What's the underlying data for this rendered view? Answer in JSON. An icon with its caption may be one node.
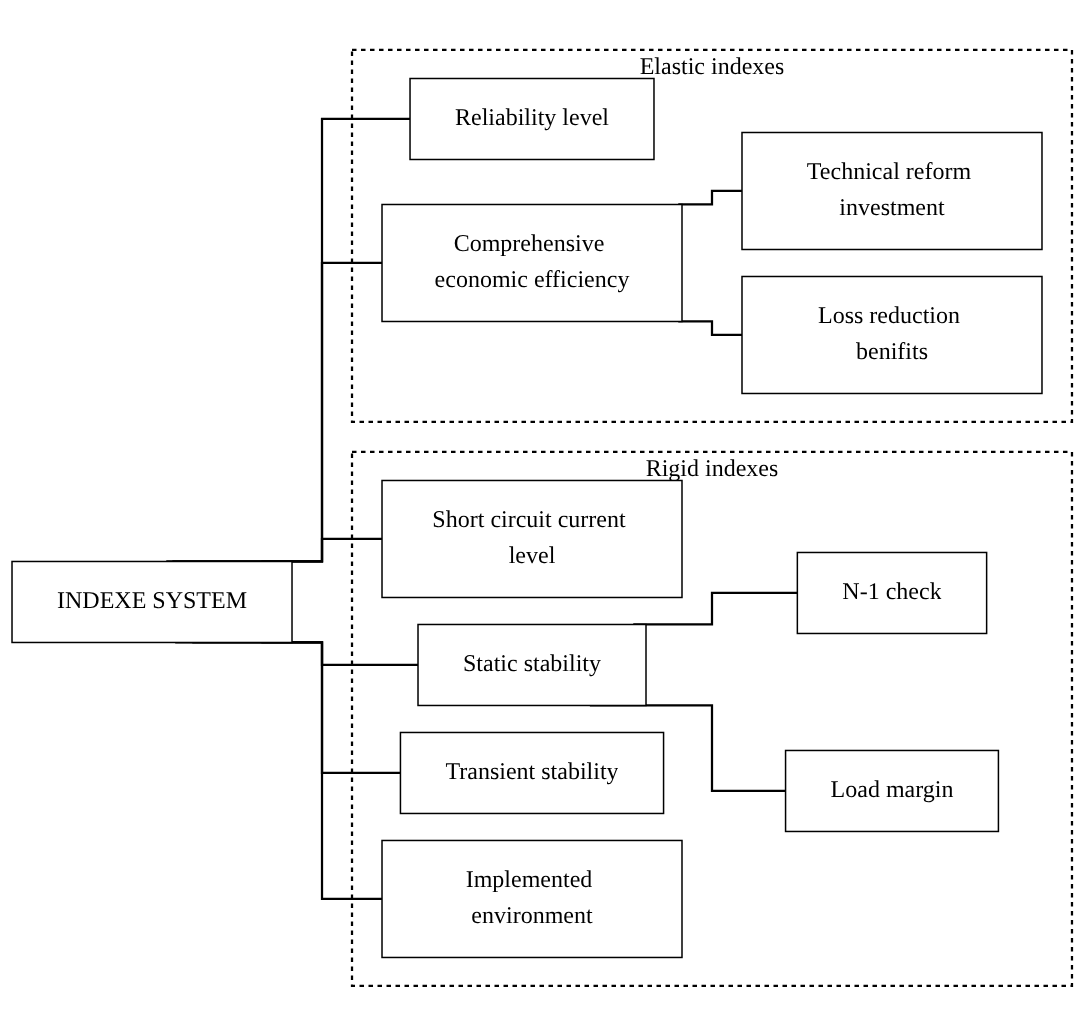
{
  "diagram": {
    "nodes": [
      {
        "text": [
          "INDEXE SYSTEM"
        ]
      },
      {
        "text": [
          "Rigid indexes"
        ]
      },
      {
        "text": [
          "Short circuit current level"
        ],
        "in": 1
      },
      {
        "text": [
          "Static stability"
        ],
        "in": 1
      },
      {
        "text": [
          "N-1 check"
        ],
        "in": 1
      },
      {
        "text": [
          "Load margin"
        ],
        "in": 1
      },
      {
        "text": [
          "Transient stability"
        ],
        "in": 1
      },
      {
        "text": [
          "Implemented environment"
        ],
        "in": 1
      },
      {
        "text": [
          "Elastic indexes"
        ]
      },
      {
        "text": [
          "Reliability level"
        ],
        "in": 8
      },
      {
        "text": [
          "Comprehensive economic efficiency"
        ],
        "in": 8
      },
      {
        "text": [
          "Technical reform investment"
        ],
        "in": 8
      },
      {
        "text": [
          "Loss reduction benifits"
        ],
        "in": 8
      }
    ],
    "edges": [
      {
        "from": 0,
        "to": 2,
        "arrow": "none"
      },
      {
        "from": 0,
        "to": 3,
        "arrow": "none"
      },
      {
        "from": 0,
        "to": 6,
        "arrow": "none"
      },
      {
        "from": 0,
        "to": 7,
        "arrow": "none"
      },
      {
        "from": 3,
        "to": 4,
        "arrow": "none"
      },
      {
        "from": 3,
        "to": 5,
        "arrow": "none"
      },
      {
        "from": 0,
        "to": 9,
        "arrow": "none"
      },
      {
        "from": 0,
        "to": 10,
        "arrow": "none"
      },
      {
        "from": 10,
        "to": 11,
        "arrow": "none"
      },
      {
        "from": 10,
        "to": 12,
        "arrow": "none"
      }
    ]
  }
}
